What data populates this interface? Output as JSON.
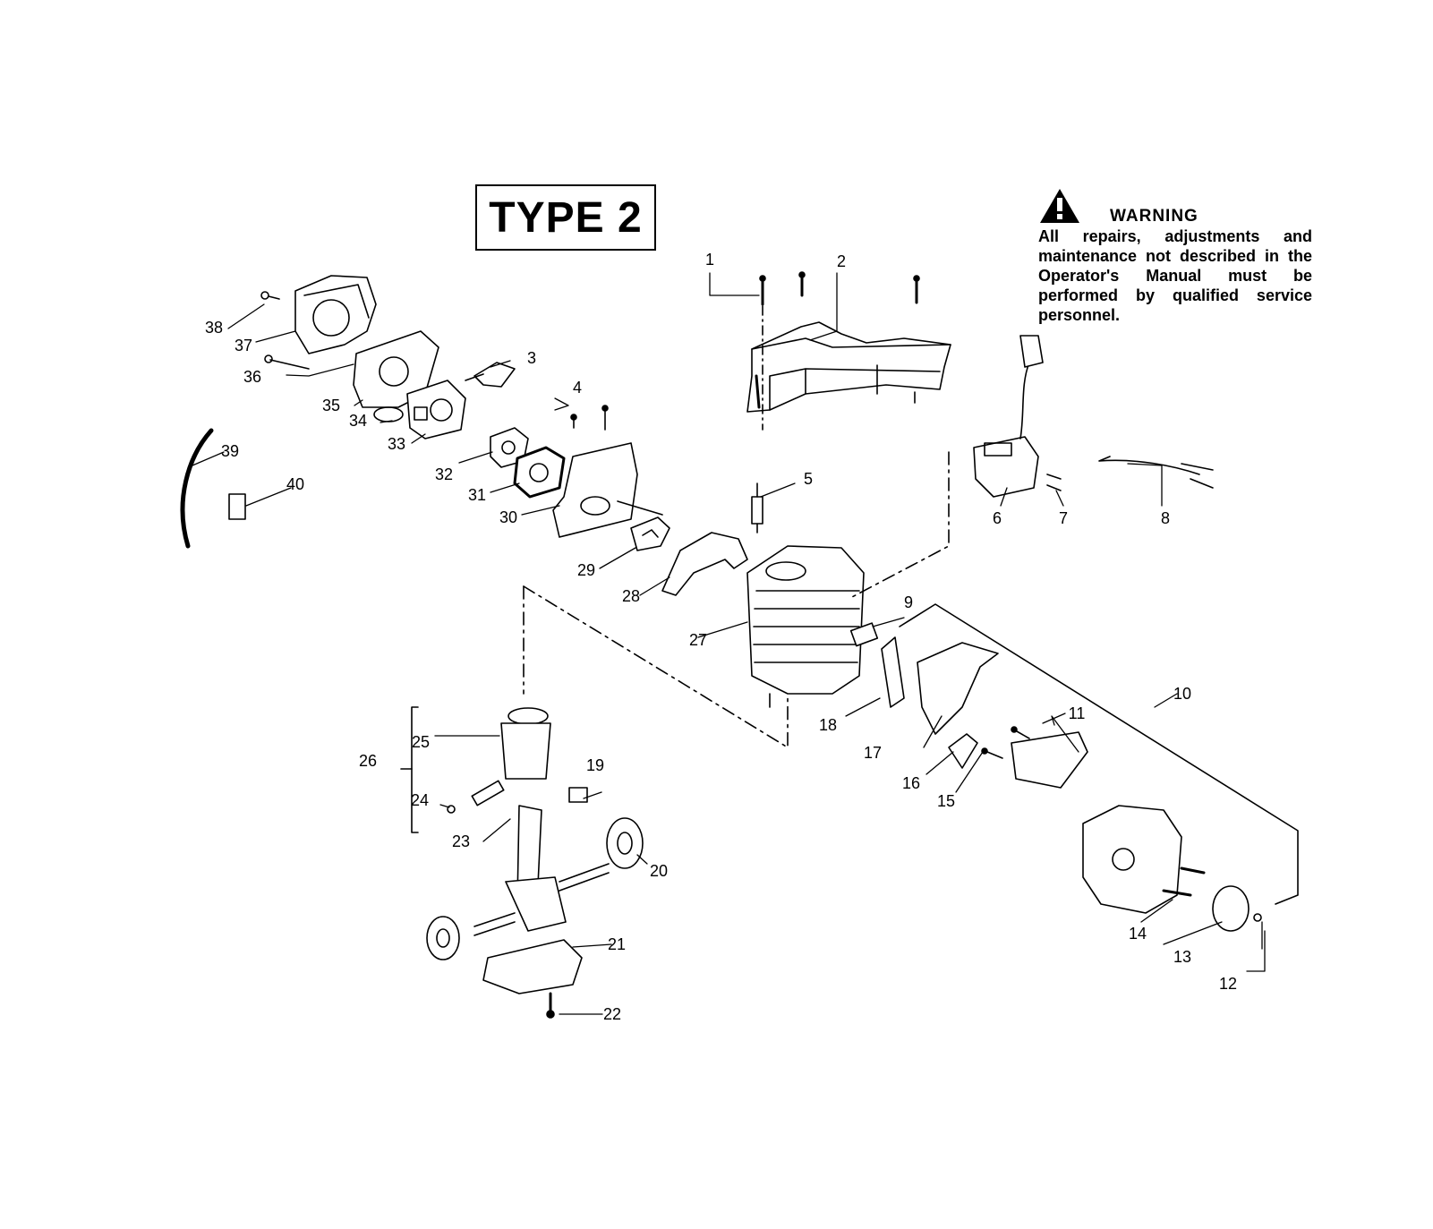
{
  "type_label": "TYPE 2",
  "warning": {
    "icon": "warning-triangle-icon",
    "title": "WARNING",
    "body": "All repairs, adjustments and maintenance not described in the Operator's Manual must be performed by qualified service personnel."
  },
  "callouts": [
    "1",
    "2",
    "3",
    "4",
    "5",
    "6",
    "7",
    "8",
    "9",
    "10",
    "11",
    "12",
    "13",
    "14",
    "15",
    "16",
    "17",
    "18",
    "19",
    "20",
    "21",
    "22",
    "23",
    "24",
    "25",
    "26",
    "27",
    "28",
    "29",
    "30",
    "31",
    "32",
    "33",
    "34",
    "35",
    "36",
    "37",
    "38",
    "39",
    "40"
  ]
}
